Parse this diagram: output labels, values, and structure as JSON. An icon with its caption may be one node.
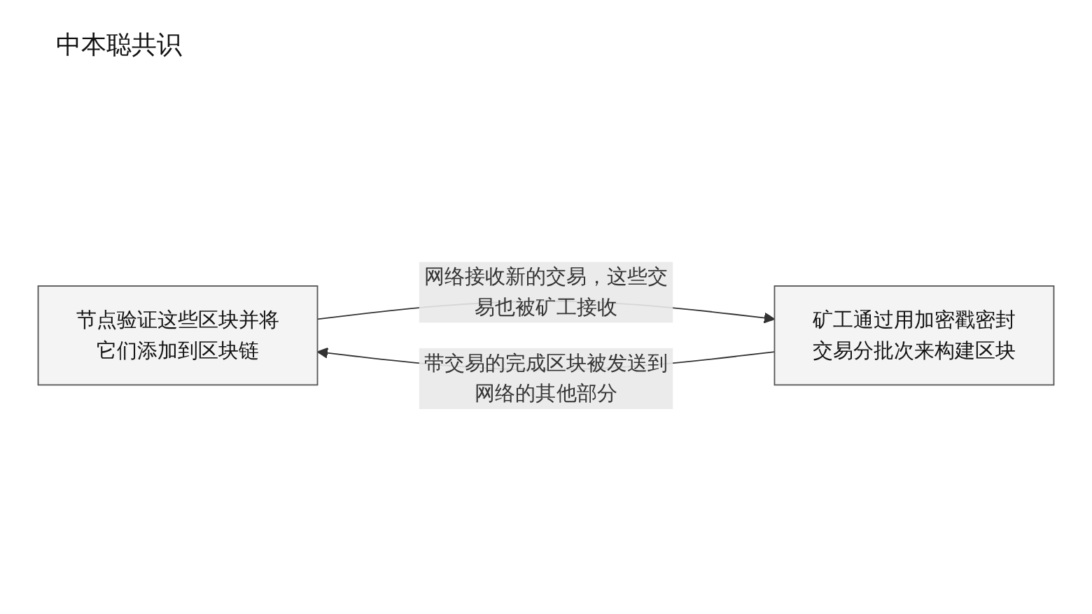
{
  "diagram": {
    "title": "中本聪共识",
    "nodes": [
      {
        "text": [
          "节点验证这些区块并将它们添加到区块链"
        ]
      },
      {
        "text": [
          "矿工通过用加密戳密封交易分批次来构建区块"
        ]
      }
    ],
    "edges": [
      {
        "from": 0,
        "to": 1,
        "arrow": "to",
        "label": "网络接收新的交易，这些交易也被矿工接收"
      },
      {
        "from": 1,
        "to": 0,
        "arrow": "to",
        "label": "带交易的完成区块被发送到网络的其他部分"
      }
    ]
  }
}
